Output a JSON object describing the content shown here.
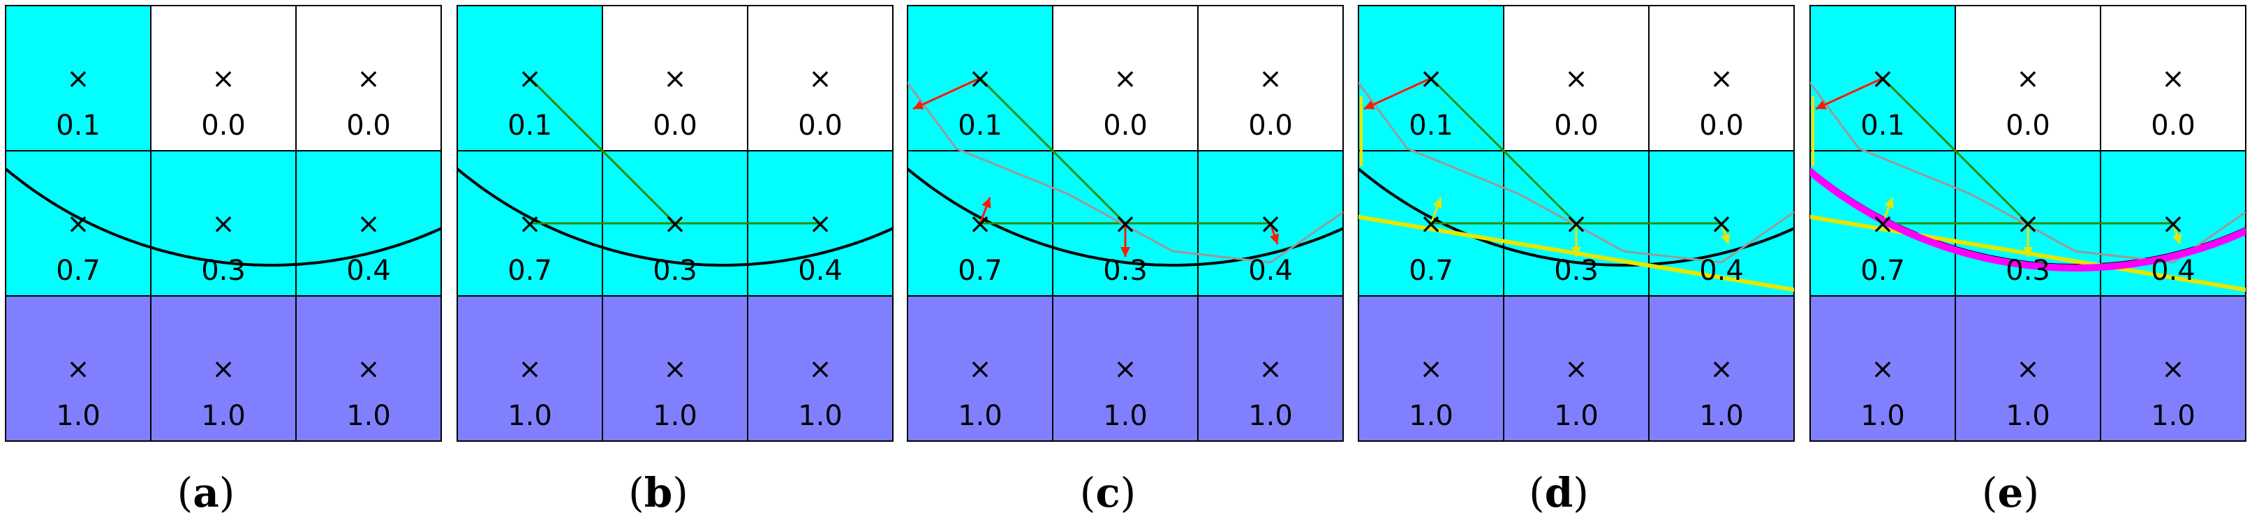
{
  "panels": [
    {
      "label": "a",
      "show_points": false,
      "show_cross_links": false,
      "show_normals": false,
      "show_piecewise": false,
      "show_fit_line": false,
      "show_fit_arc": false
    },
    {
      "label": "b",
      "show_points": true,
      "show_cross_links": true,
      "show_normals": false,
      "show_piecewise": false,
      "show_fit_line": false,
      "show_fit_arc": false
    },
    {
      "label": "c",
      "show_points": true,
      "show_cross_links": true,
      "show_normals": true,
      "show_piecewise": true,
      "show_fit_line": false,
      "show_fit_arc": false
    },
    {
      "label": "d",
      "show_points": true,
      "show_cross_links": true,
      "show_normals": true,
      "show_piecewise": true,
      "show_fit_line": true,
      "show_fit_arc": false
    },
    {
      "label": "e",
      "show_points": true,
      "show_cross_links": true,
      "show_normals": true,
      "show_piecewise": true,
      "show_fit_line": true,
      "show_fit_arc": true
    }
  ],
  "grid": {
    "rows": 3,
    "cols": 3,
    "marker": "×",
    "values": [
      [
        "0.1",
        "0.0",
        "0.0"
      ],
      [
        "0.7",
        "0.3",
        "0.4"
      ],
      [
        "1.0",
        "1.0",
        "1.0"
      ]
    ],
    "cell_states": [
      [
        "mixed",
        "empty",
        "empty"
      ],
      [
        "mixed",
        "mixed",
        "mixed"
      ],
      [
        "full",
        "full",
        "full"
      ]
    ]
  },
  "colors": {
    "mixed": "#00ffff",
    "empty": "#ffffff",
    "full": "#8080ff",
    "interface": "#000000",
    "connector": "#2e8b00",
    "normal": "#ff1a00",
    "piecewise": "#9a9a9a",
    "fit_line": "#e6e600",
    "fit_arc": "#ff00ff"
  }
}
